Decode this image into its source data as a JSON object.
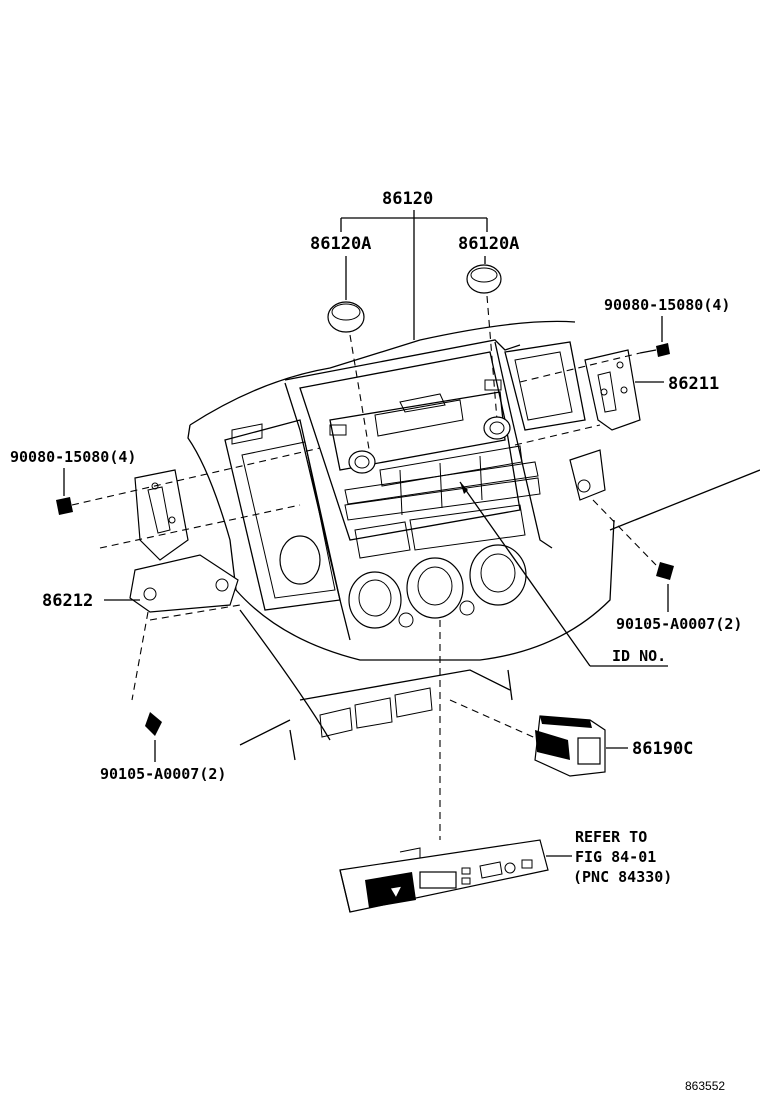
{
  "diagram": {
    "parts": {
      "p86120": "86120",
      "p86120a_left": "86120A",
      "p86120a_right": "86120A",
      "p90080_right": "90080-15080(4)",
      "p86211": "86211",
      "p90080_left": "90080-15080(4)",
      "p86212": "86212",
      "p90105_right": "90105-A0007(2)",
      "id_no": "ID NO.",
      "p90105_left": "90105-A0007(2)",
      "p86190c": "86190C"
    },
    "reference": {
      "line1": "REFER TO",
      "line2": "FIG 84-01",
      "line3": "(PNC 84330)"
    },
    "figure_number": "863552"
  }
}
